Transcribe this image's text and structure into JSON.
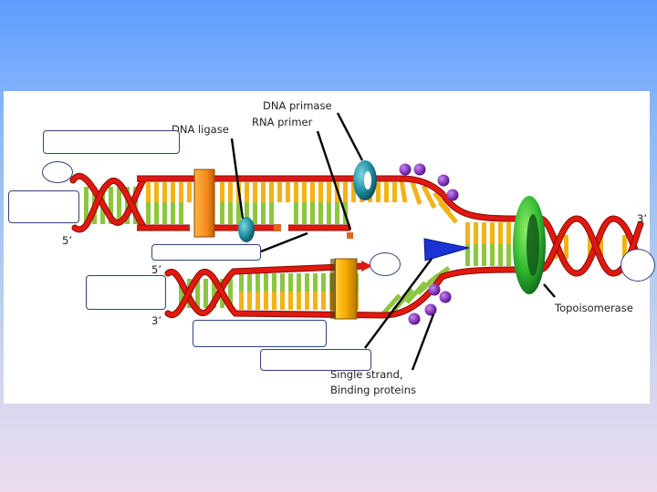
{
  "labels": {
    "dna_primase": "DNA primase",
    "rna_primer": "RNA primer",
    "dna_ligase": "DNA ligase",
    "topoisomerase": "Topoisomerase",
    "ssb_line1": "Single strand,",
    "ssb_line2": "Binding proteins",
    "end_5_top": "5’",
    "end_5_bottom": "5’",
    "end_3_bottom": "3’",
    "end_3_right": "3’"
  },
  "colors": {
    "backbone": "#e0190e",
    "base_yellow": "#f2b316",
    "base_green": "#8cc63f",
    "polymerase": "#f7a800",
    "ligase_block": "#f68c1e",
    "primase": "#1f8ea0",
    "ssb": "#7a2bb0",
    "helicase": "#1a33d6",
    "topoisomerase": "#2fb52f",
    "blank_border": "#31427c"
  }
}
